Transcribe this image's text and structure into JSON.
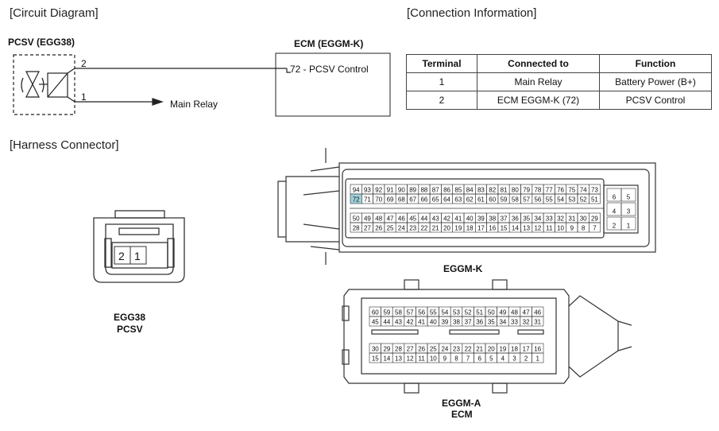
{
  "sections": {
    "circuit": "[Circuit Diagram]",
    "connection": "[Connection Information]",
    "harness": "[Harness Connector]"
  },
  "circuit": {
    "pcsv_title": "PCSV (EGG38)",
    "ecm_title": "ECM (EGGM-K)",
    "pin2": "2",
    "pin1": "1",
    "ecm_pin": "72 - PCSV Control",
    "main_relay": "Main Relay"
  },
  "table": {
    "headers": [
      "Terminal",
      "Connected to",
      "Function"
    ],
    "rows": [
      [
        "1",
        "Main Relay",
        "Battery Power (B+)"
      ],
      [
        "2",
        "ECM EGGM-K (72)",
        "PCSV Control"
      ]
    ]
  },
  "connectors": {
    "egg38_line1": "EGG38",
    "egg38_line2": "PCSV",
    "egg38_pins": [
      "2",
      "1"
    ],
    "eggmk_label": "EGGM-K",
    "eggma_line1": "EGGM-A",
    "eggma_line2": "ECM",
    "highlight_pin": "72",
    "highlight_color": "#9fd0dc",
    "eggmk_rows": [
      [
        "94",
        "93",
        "92",
        "91",
        "90",
        "89",
        "88",
        "87",
        "86",
        "85",
        "84",
        "83",
        "82",
        "81",
        "80",
        "79",
        "78",
        "77",
        "76",
        "75",
        "74",
        "73"
      ],
      [
        "72",
        "71",
        "70",
        "69",
        "68",
        "67",
        "66",
        "65",
        "64",
        "63",
        "62",
        "61",
        "60",
        "59",
        "58",
        "57",
        "56",
        "55",
        "54",
        "53",
        "52",
        "51"
      ],
      [
        "50",
        "49",
        "48",
        "47",
        "46",
        "45",
        "44",
        "43",
        "42",
        "41",
        "40",
        "39",
        "38",
        "37",
        "36",
        "35",
        "34",
        "33",
        "32",
        "31",
        "30",
        "29"
      ],
      [
        "28",
        "27",
        "26",
        "25",
        "24",
        "23",
        "22",
        "21",
        "20",
        "19",
        "18",
        "17",
        "16",
        "15",
        "14",
        "13",
        "12",
        "11",
        "10",
        "9",
        "8",
        "7"
      ]
    ],
    "eggmk_side": [
      [
        "6",
        "5"
      ],
      [
        "4",
        "3"
      ],
      [
        "2",
        "1"
      ]
    ],
    "eggma_rows": [
      [
        "60",
        "59",
        "58",
        "57",
        "56",
        "55",
        "54",
        "53",
        "52",
        "51",
        "50",
        "49",
        "48",
        "47",
        "46"
      ],
      [
        "45",
        "44",
        "43",
        "42",
        "41",
        "40",
        "39",
        "38",
        "37",
        "36",
        "35",
        "34",
        "33",
        "32",
        "31"
      ],
      [
        "30",
        "29",
        "28",
        "27",
        "26",
        "25",
        "24",
        "23",
        "22",
        "21",
        "20",
        "19",
        "18",
        "17",
        "16"
      ],
      [
        "15",
        "14",
        "13",
        "12",
        "11",
        "10",
        "9",
        "8",
        "7",
        "6",
        "5",
        "4",
        "3",
        "2",
        "1"
      ]
    ]
  }
}
